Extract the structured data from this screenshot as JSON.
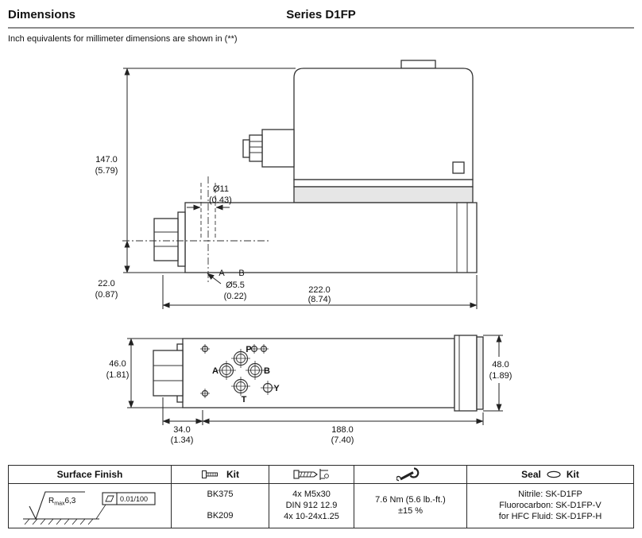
{
  "header": {
    "title": "Dimensions",
    "series": "Series D1FP"
  },
  "note": "Inch equivalents for millimeter dimensions are shown in (**)",
  "side_view": {
    "height_mm": "147.0",
    "height_in": "(5.79)",
    "bore_dia_mm": "Ø11",
    "bore_dia_in": "(0.43)",
    "port_height_mm": "22.0",
    "port_height_in": "(0.87)",
    "port_a": "A",
    "port_b": "B",
    "hole_dia_mm": "Ø5.5",
    "hole_dia_in": "(0.22)",
    "length_mm": "222.0",
    "length_in": "(8.74)"
  },
  "top_view": {
    "body_height_mm": "46.0",
    "body_height_in": "(1.81)",
    "end_height_mm": "48.0",
    "end_height_in": "(1.89)",
    "port_p": "P",
    "port_a": "A",
    "port_b": "B",
    "port_t": "T",
    "port_y": "Y",
    "offset_mm": "34.0",
    "offset_in": "(1.34)",
    "length_mm": "188.0",
    "length_in": "(7.40)"
  },
  "table": {
    "surface_finish_header": "Surface Finish",
    "bolt_kit_label": "Kit",
    "seal_label": "Seal",
    "seal_kit_label": "Kit",
    "bolt_kits": [
      "BK375",
      "BK209"
    ],
    "screws": [
      "4x M5x30",
      "DIN 912 12.9",
      "4x 10-24x1.25"
    ],
    "torque": [
      "7.6 Nm (5.6 lb.-ft.)",
      "±15 %"
    ],
    "seals": [
      "Nitrile: SK-D1FP",
      "Fluorocarbon: SK-D1FP-V",
      "for HFC Fluid: SK-D1FP-H"
    ],
    "surface_symbol": {
      "r": "R",
      "sub": "max",
      "value": "6,3",
      "flatness": "0.01/100"
    }
  },
  "icons": {
    "bolt": "bolt-icon",
    "screw_caliper": "screw-caliper-icon",
    "torque_wrench": "torque-wrench-icon",
    "seal_ring": "seal-ring-icon"
  }
}
